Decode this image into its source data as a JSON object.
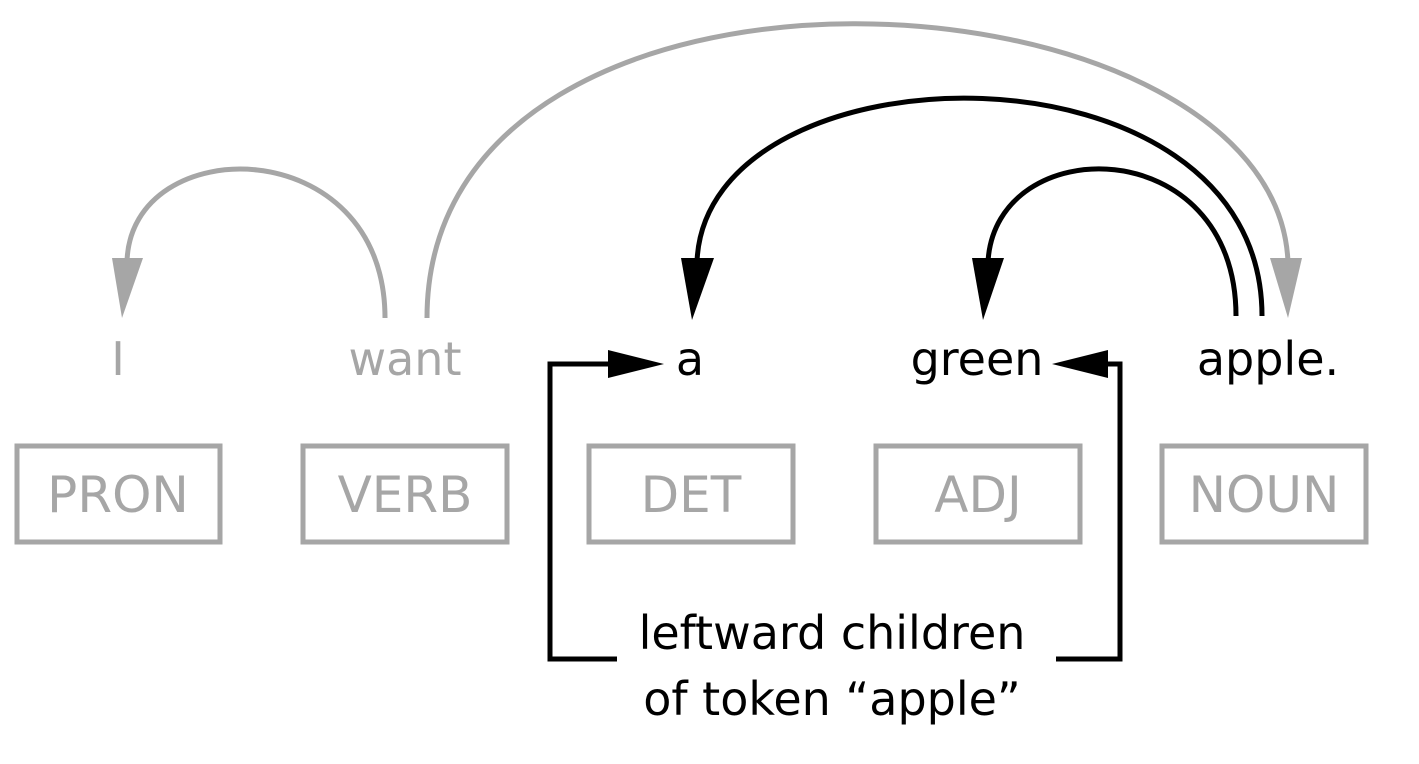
{
  "tokens": [
    {
      "text": "I",
      "pos": "PRON",
      "highlight": false
    },
    {
      "text": "want",
      "pos": "VERB",
      "highlight": false
    },
    {
      "text": "a",
      "pos": "DET",
      "highlight": true
    },
    {
      "text": "green",
      "pos": "ADJ",
      "highlight": true
    },
    {
      "text": "apple.",
      "pos": "NOUN",
      "highlight": true
    }
  ],
  "caption": {
    "line1": "leftward children",
    "line2": "of token “apple”"
  },
  "colors": {
    "gray": "#a6a6a6",
    "black": "#000000"
  }
}
